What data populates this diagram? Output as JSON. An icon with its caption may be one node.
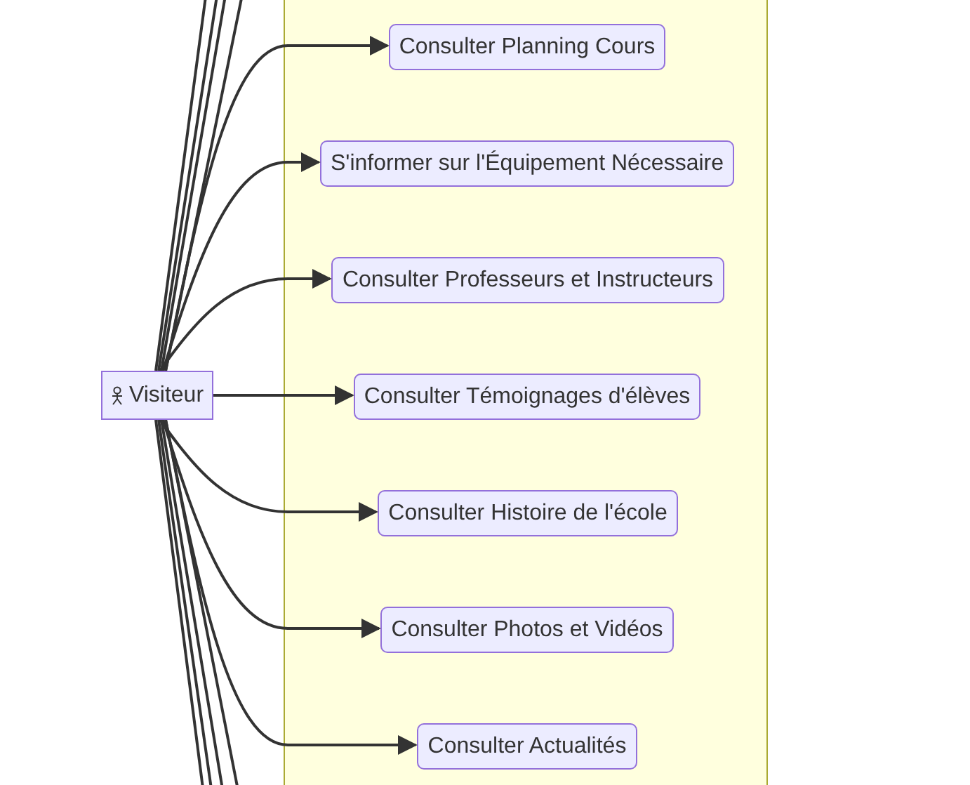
{
  "diagram": {
    "nodes": [
      {
        "text": [],
        "shape": "band"
      },
      {
        "text": [
          "Visiteur"
        ]
      },
      {
        "text": [
          "Consulter Planning Cours"
        ],
        "in": 0
      },
      {
        "text": [
          "S'informer sur l'Équipement Nécessaire"
        ],
        "in": 0
      },
      {
        "text": [
          "Consulter Professeurs et Instructeurs"
        ],
        "in": 0
      },
      {
        "text": [
          "Consulter Témoignages d'élèves"
        ],
        "in": 0
      },
      {
        "text": [
          "Consulter Histoire de l'école"
        ],
        "in": 0
      },
      {
        "text": [
          "Consulter Photos et Vidéos"
        ],
        "in": 0
      },
      {
        "text": [
          "Consulter Actualités"
        ],
        "in": 0
      }
    ],
    "edges": [
      {
        "from": 1,
        "to": 2,
        "arrow": "to"
      },
      {
        "from": 1,
        "to": 3,
        "arrow": "to"
      },
      {
        "from": 1,
        "to": 4,
        "arrow": "to"
      },
      {
        "from": 1,
        "to": 5,
        "arrow": "to"
      },
      {
        "from": 1,
        "to": 6,
        "arrow": "to"
      },
      {
        "from": 1,
        "to": 7,
        "arrow": "to"
      },
      {
        "from": 1,
        "to": 8,
        "arrow": "to"
      },
      {
        "from": 1,
        "to": null,
        "arrow": "none"
      },
      {
        "from": 1,
        "to": null,
        "arrow": "none"
      },
      {
        "from": 1,
        "to": null,
        "arrow": "none"
      },
      {
        "from": 1,
        "to": null,
        "arrow": "none"
      },
      {
        "from": 1,
        "to": null,
        "arrow": "none"
      },
      {
        "from": 1,
        "to": null,
        "arrow": "none"
      },
      {
        "from": 1,
        "to": null,
        "arrow": "none"
      },
      {
        "from": 1,
        "to": null,
        "arrow": "none"
      }
    ]
  }
}
